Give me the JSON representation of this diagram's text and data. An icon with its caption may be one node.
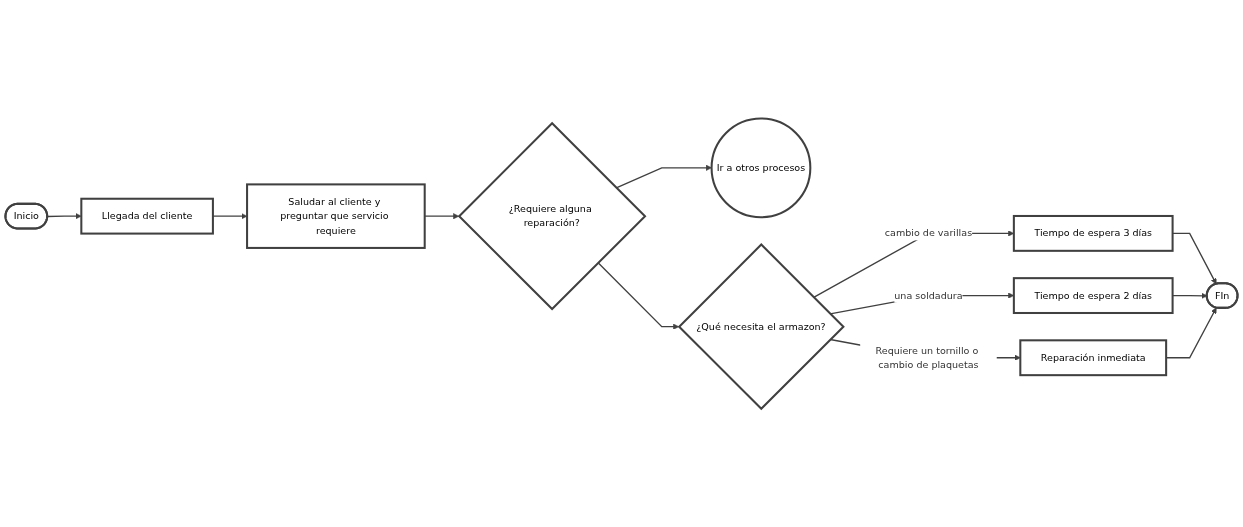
{
  "diagram": {
    "nodes": [
      {
        "text": [
          "Inicio"
        ]
      },
      {
        "text": [
          "Llegada del cliente"
        ]
      },
      {
        "text": [
          "Saludar al cliente y preguntar que servicio requiere"
        ]
      },
      {
        "text": [
          "¿Requiere alguna reparación?"
        ]
      },
      {
        "text": [
          "Ir a otros procesos"
        ]
      },
      {
        "text": [
          "¿Qué necesita el armazon?"
        ]
      },
      {
        "text": [
          "Reparación inmediata"
        ]
      },
      {
        "text": [
          "Tiempo de espera 3 días"
        ]
      },
      {
        "text": [
          "Tiempo de espera 2 días"
        ]
      },
      {
        "text": [
          "FIn"
        ]
      }
    ],
    "edges": [
      {
        "from": 0,
        "to": 1,
        "arrow": "to"
      },
      {
        "from": 1,
        "to": 2,
        "arrow": "to"
      },
      {
        "from": 2,
        "to": 3,
        "arrow": "to"
      },
      {
        "from": 3,
        "to": 4,
        "arrow": "to"
      },
      {
        "from": 3,
        "to": 5,
        "arrow": "to"
      },
      {
        "from": 5,
        "to": 6,
        "label": "Requiere un tornillo o cambio de plaquetas",
        "arrow": "to"
      },
      {
        "from": 5,
        "to": 7,
        "label": "cambio de varillas",
        "arrow": "to"
      },
      {
        "from": 5,
        "to": 8,
        "label": "una soldadura",
        "arrow": "to"
      },
      {
        "from": 7,
        "to": 9,
        "arrow": "to"
      },
      {
        "from": 8,
        "to": 9,
        "arrow": "to"
      },
      {
        "from": 6,
        "to": 9,
        "arrow": "to"
      }
    ]
  }
}
